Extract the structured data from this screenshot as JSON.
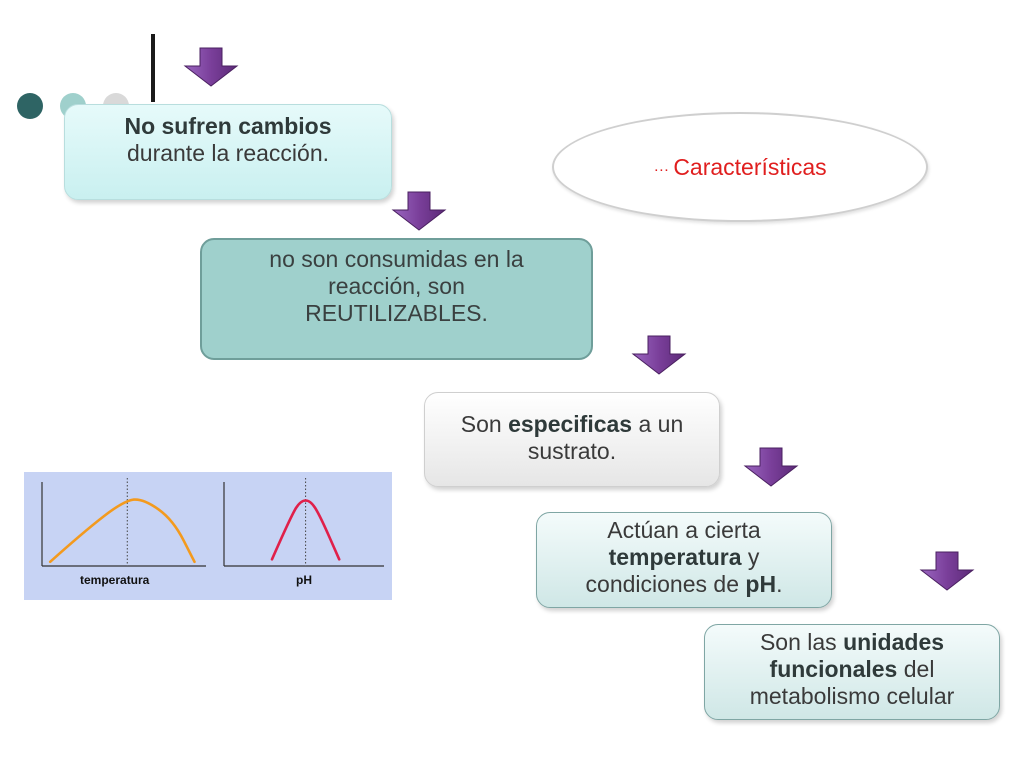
{
  "slide": {
    "bullet_colors": [
      "#2e6464",
      "#9fd0cc",
      "#d9d9d9"
    ],
    "arrow_color": "#7a3f9a",
    "box1": {
      "bold": "No sufren cambios",
      "rest": "durante la reacción."
    },
    "box2": {
      "line1": "no son consumidas en la",
      "line2": "reacción, son",
      "line3": "REUTILIZABLES."
    },
    "box3": {
      "pre": "Son ",
      "bold": "especificas",
      "post": " a un",
      "line2": "sustrato."
    },
    "box4": {
      "line1": "Actúan a cierta",
      "bold1": "temperatura",
      "mid1": " y",
      "pre3": "condiciones de ",
      "bold2": "pH",
      "post3": "."
    },
    "box5": {
      "pre1": "Son las ",
      "bold1": "unidades",
      "bold2": "funcionales",
      "post2": " del",
      "line3": "metabolismo celular"
    },
    "ellipse": {
      "dots": "…",
      "text": "Características"
    }
  },
  "chart_data": [
    {
      "type": "line",
      "xlabel": "temperatura",
      "series": [
        {
          "color": "#f39a1e",
          "x": [
            0.05,
            0.25,
            0.5,
            0.62,
            0.8,
            0.93
          ],
          "y": [
            0.05,
            0.4,
            0.78,
            0.8,
            0.55,
            0.05
          ]
        }
      ],
      "peak_marker_x": 0.52
    },
    {
      "type": "line",
      "xlabel": "pH",
      "series": [
        {
          "color": "#e0204a",
          "x": [
            0.3,
            0.42,
            0.48,
            0.54,
            0.6,
            0.72
          ],
          "y": [
            0.08,
            0.6,
            0.78,
            0.78,
            0.6,
            0.08
          ]
        }
      ],
      "peak_marker_x": 0.51
    }
  ]
}
